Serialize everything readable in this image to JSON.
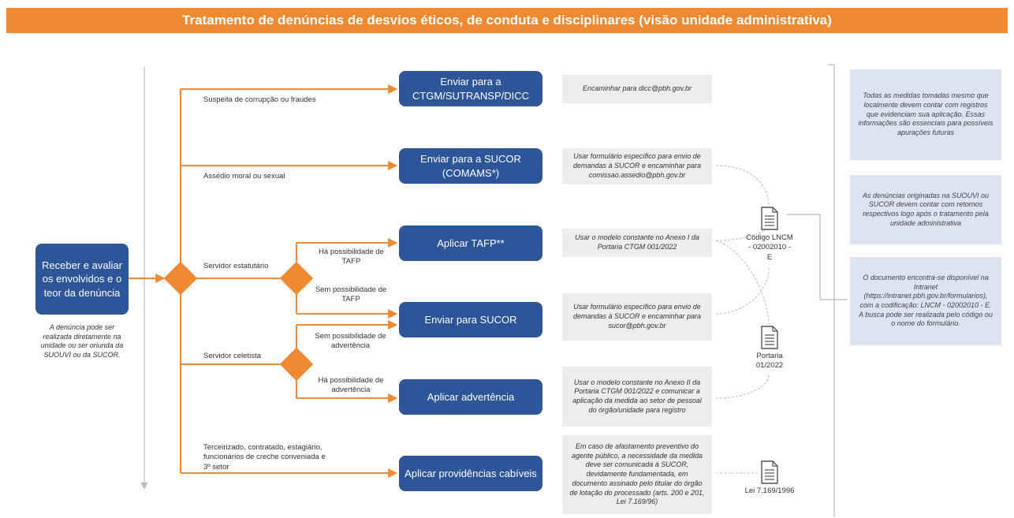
{
  "title": "Tratamento de denúncias de desvios éticos, de conduta e disciplinares (visão unidade administrativa)",
  "start": {
    "label": "Receber e avaliar os envolvidos e o teor da denúncia",
    "note": "A denúncia pode ser realizada diretamente na unidade ou ser oriunda da SUOUVI ou da SUCOR."
  },
  "branches": {
    "corrupcao": "Suspeita de corrupção ou fraudes",
    "assedio": "Assédio moral ou sexual",
    "estatutario": "Servidor estatutário",
    "celetista": "Servidor celetista",
    "terceirizado": "Terceirizado, contratado, estagiário, funcionários de creche conveniada e 3º setor"
  },
  "sub_branches": {
    "ha_tafp": "Há possibilidade de TAFP",
    "sem_tafp": "Sem possibilidade de TAFP",
    "sem_adv": "Sem possibilidade de advertência",
    "ha_adv": "Há possibilidade de advertência"
  },
  "actions": {
    "ctgm": "Enviar para a CTGM/SUTRANSP/DICC",
    "sucor_comams": "Enviar para a SUCOR (COMAMS*)",
    "tafp": "Aplicar TAFP**",
    "sucor": "Enviar para SUCOR",
    "advertencia": "Aplicar advertência",
    "providencias": "Aplicar providências cabíveis"
  },
  "notes": {
    "ctgm": "Encaminhar para dicc@pbh.gov.br",
    "sucor_comams": "Usar formulário específico para envio de demandas à SUCOR e encaminhar para comissao.assedio@pbh.gov.br",
    "tafp": "Usar o modelo constante no Anexo I da Portaria CTGM 001/2022",
    "sucor": "Usar formulário específico para envio de demandas à SUCOR e encaminhar para sucor@pbh.gov.br",
    "advertencia": "Usar o modelo constante no Anexo II da Portaria CTGM 001/2022 e comunicar a aplicação da medida ao setor de pessoal do órgão/unidade para registro",
    "providencias": "Em caso de afastamento preventivo do agente público, a necessidade da medida deve ser comunicada à SUCOR, devidamente fundamentada, em documento assinado pelo titular do órgão de lotação do processado (arts. 200 e 201, Lei 7.169/96)"
  },
  "documents": {
    "codigo": "Código LNCM - 02002010 - E",
    "portaria": "Portaria 01/2022",
    "lei": "Lei 7.169/1996"
  },
  "side_notes": [
    "Todas as medidas tomadas mesmo que localmente devem contar com registros que evidenciam sua aplicação. Essas informações são essenciais para possíveis apurações futuras",
    "As denúncias originadas na SUOUVI ou SUCOR devem contar com retornos respectivos logo após o tratamento pela unidade administrativa",
    "O documento encontra-se disponível na Intranet (https://intranet.pbh.gov.br/formularios), com a codificação: LNCM - 02002010 - E. A busca pode ser realizada pelo código ou o nome do formulário."
  ],
  "colors": {
    "orange": "#F08A32",
    "blue": "#2E5597",
    "note_bg": "#EDEDED",
    "side_bg": "#DCE3F2"
  },
  "icons": [
    "document-icon"
  ]
}
